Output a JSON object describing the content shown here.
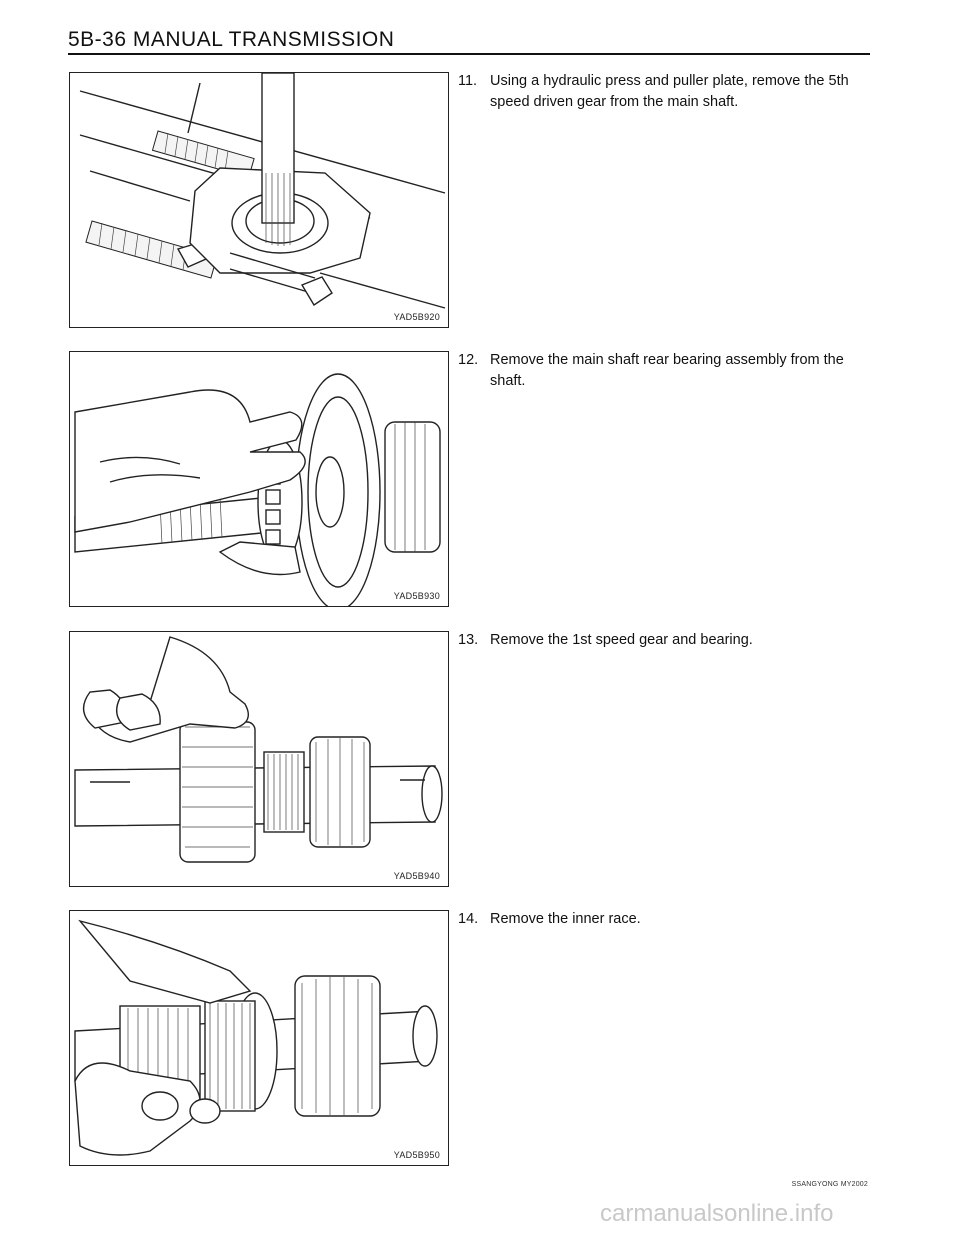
{
  "header": {
    "title": "5B-36  MANUAL TRANSMISSION"
  },
  "steps": [
    {
      "number": "11.",
      "text": "Using a hydraulic press and puller plate, remove the 5th speed driven gear from the main shaft."
    },
    {
      "number": "12.",
      "text": "Remove the main shaft rear bearing assembly from the shaft."
    },
    {
      "number": "13.",
      "text": "Remove the 1st speed gear and bearing."
    },
    {
      "number": "14.",
      "text": "Remove the inner race."
    }
  ],
  "figures": [
    {
      "code": "YAD5B920"
    },
    {
      "code": "YAD5B930"
    },
    {
      "code": "YAD5B940"
    },
    {
      "code": "YAD5B950"
    }
  ],
  "footer": {
    "text": "SSANGYONG  MY2002"
  },
  "watermark": {
    "text": "carmanualsonline.info"
  }
}
